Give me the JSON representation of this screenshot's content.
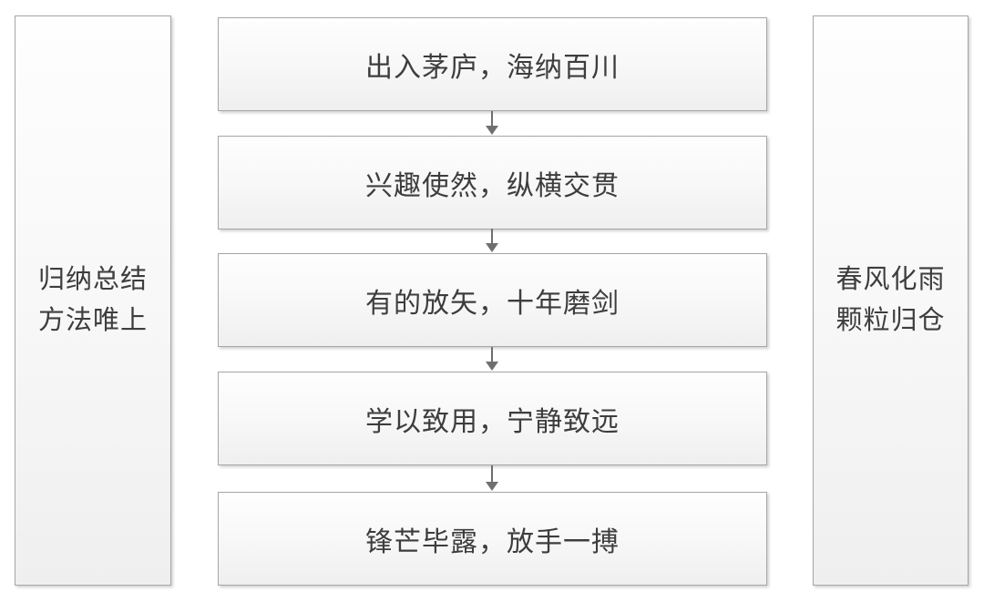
{
  "diagram": {
    "left_panel": {
      "line1": "归纳总结",
      "line2": "方法唯上"
    },
    "right_panel": {
      "line1": "春风化雨",
      "line2": "颗粒归仓"
    },
    "steps": [
      "出入茅庐，海纳百川",
      "兴趣使然，纵横交贯",
      "有的放矢，十年磨剑",
      "学以致用，宁静致远",
      "锋芒毕露，放手一搏"
    ],
    "colors": {
      "background": "#ffffff",
      "box_border": "#a6a6a6",
      "box_fill_top": "#fefefe",
      "box_fill_bottom": "#efefef",
      "arrow": "#6f6f6f",
      "text": "#3d3d3d"
    }
  }
}
